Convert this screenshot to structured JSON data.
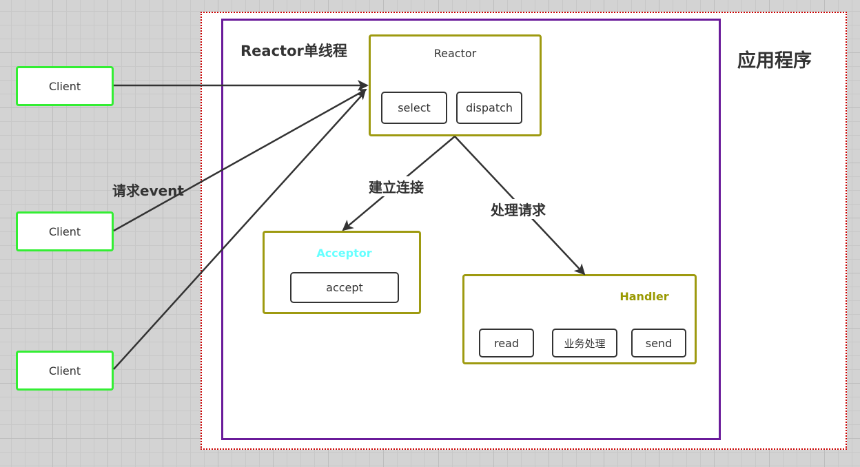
{
  "application": {
    "title": "应用程序"
  },
  "reactor_thread": {
    "title": "Reactor单线程"
  },
  "clients": [
    {
      "label": "Client"
    },
    {
      "label": "Client"
    },
    {
      "label": "Client"
    }
  ],
  "reactor": {
    "title": "Reactor",
    "buttons": {
      "select": "select",
      "dispatch": "dispatch"
    }
  },
  "acceptor": {
    "title": "Acceptor",
    "title_color": "#66ffff",
    "buttons": {
      "accept": "accept"
    }
  },
  "handler": {
    "title": "Handler",
    "title_color": "#999900",
    "buttons": {
      "read": "read",
      "business": "业务处理",
      "send": "send"
    }
  },
  "edges": {
    "request_event": "请求event",
    "establish_connection": "建立连接",
    "process_request": "处理请求"
  },
  "colors": {
    "client_border": "#33ee33",
    "component_border": "#9e9a10",
    "thread_border": "#6a1b9a",
    "app_border": "#cc0000"
  }
}
